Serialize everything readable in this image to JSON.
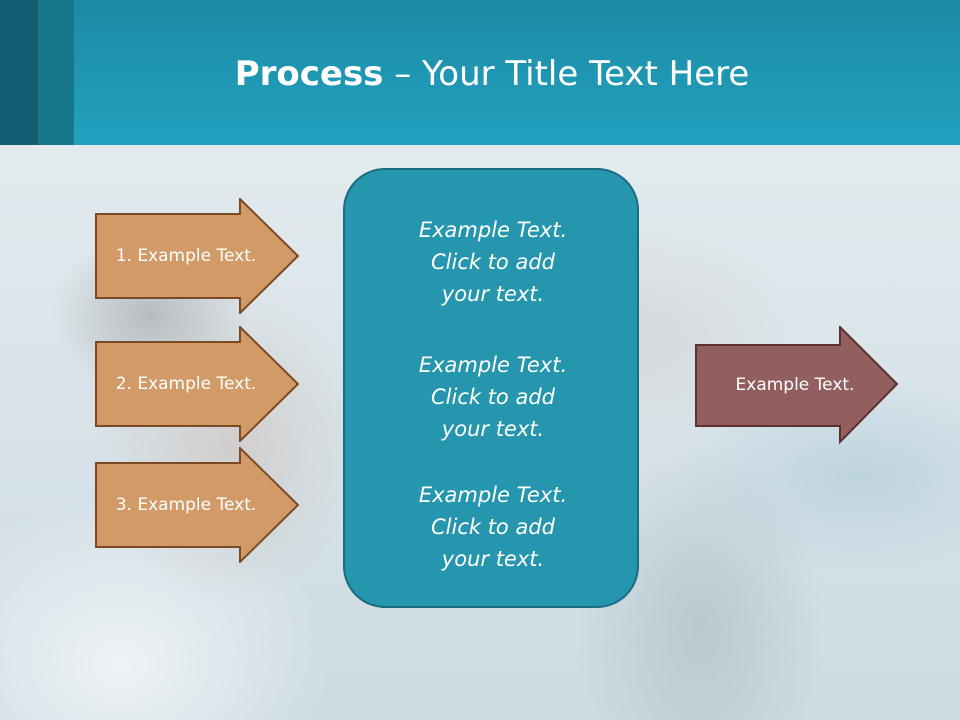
{
  "title": {
    "bold": "Process",
    "rest": " – Your Title Text Here"
  },
  "colors": {
    "header": "#22a2bf",
    "left_arrow_fill": "#d19a67",
    "left_arrow_border": "#7a4a24",
    "panel_fill": "#2596ad",
    "right_arrow_fill": "#925e5e",
    "right_arrow_border": "#5b3030"
  },
  "left_arrows": [
    {
      "label": "1. Example Text."
    },
    {
      "label": "2. Example Text."
    },
    {
      "label": "3. Example Text."
    }
  ],
  "panel": {
    "blocks": [
      {
        "line1": "Example Text.",
        "line2": "Click  to add",
        "line3": "your text."
      },
      {
        "line1": "Example Text.",
        "line2": "Click  to add",
        "line3": "your text."
      },
      {
        "line1": "Example Text.",
        "line2": "Click  to add",
        "line3": "your text."
      }
    ]
  },
  "right_arrow": {
    "label": "Example Text."
  }
}
